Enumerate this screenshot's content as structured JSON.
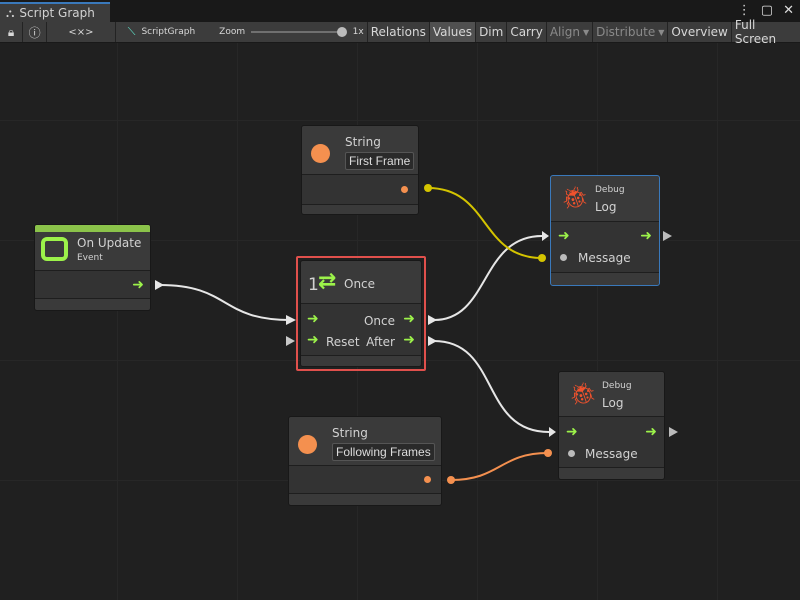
{
  "window": {
    "tab_title": "Script Graph"
  },
  "toolbar": {
    "graph_name": "ScriptGraph",
    "zoom_label": "Zoom",
    "zoom_value": "1x",
    "zoom_level": 1.0,
    "relations": "Relations",
    "values": "Values",
    "dim": "Dim",
    "carry": "Carry",
    "align": "Align",
    "distribute": "Distribute",
    "overview": "Overview",
    "fullscreen": "Full Screen",
    "embed_icon": "<×>"
  },
  "nodes": {
    "on_update": {
      "title": "On Update",
      "subtitle": "Event",
      "accent": "#8bc34a"
    },
    "string1": {
      "title": "String",
      "value": "First Frame"
    },
    "string2": {
      "title": "String",
      "value": "Following Frames"
    },
    "once": {
      "count": "1",
      "title": "Once",
      "out_once": "Once",
      "in_reset": "Reset",
      "out_after": "After",
      "border": "#e0504c"
    },
    "log1": {
      "category": "Debug",
      "title": "Log",
      "message": "Message"
    },
    "log2": {
      "category": "Debug",
      "title": "Log",
      "message": "Message"
    }
  },
  "colors": {
    "flow": "#9cf24a",
    "string_port": "#f4904f",
    "yellow_edge": "#d4c400",
    "selection_blue": "#3a79bb"
  }
}
